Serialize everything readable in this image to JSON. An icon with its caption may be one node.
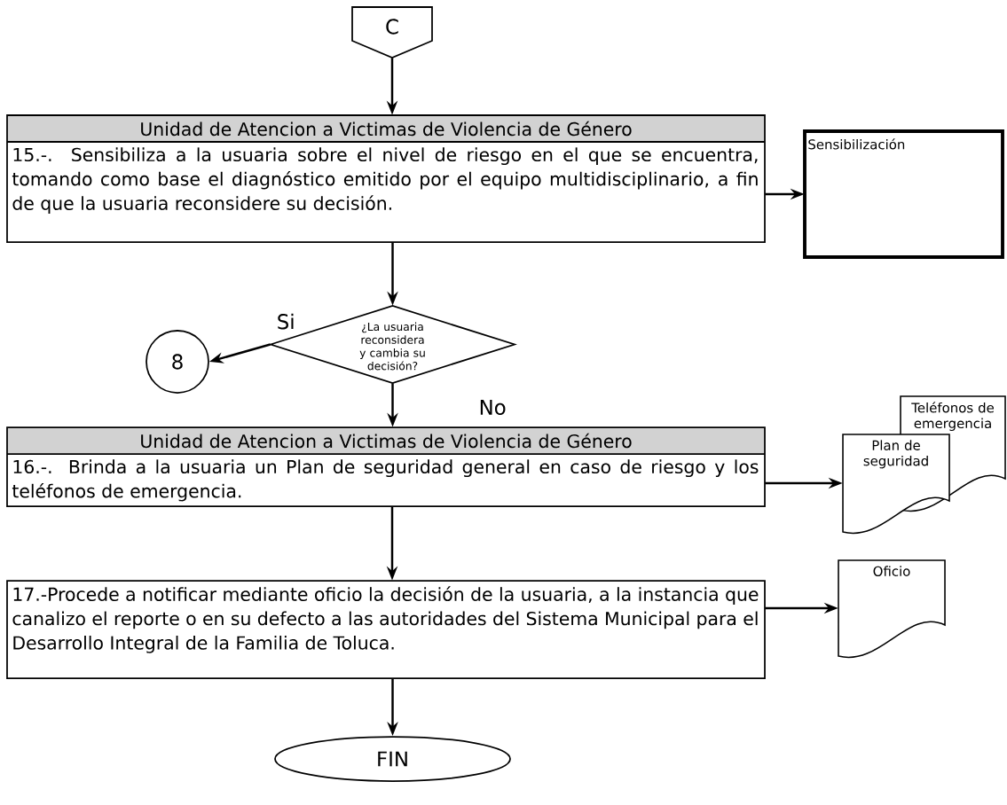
{
  "diagram": {
    "nodes": [
      {
        "text": [
          "C"
        ]
      },
      {
        "text": [
          "Unidad de Atencion a Victimas de Violencia de Género",
          "15.-. Sensibiliza a la usuaria sobre el nivel de riesgo en el que se encuentra, tomando como base el diagnóstico emitido por el equipo multidisciplinario, a fin de que la usuaria reconsidere su decisión."
        ]
      },
      {
        "text": [
          "Sensibilización"
        ]
      },
      {
        "text": [
          "¿La usuaria reconsidera y cambia su decisión?"
        ]
      },
      {
        "text": [
          "8"
        ]
      },
      {
        "text": [
          "Unidad de Atencion a Victimas de Violencia de Género",
          "16.-. Brinda a la usuaria un Plan de seguridad general en caso de riesgo y los teléfonos de emergencia."
        ]
      },
      {
        "text": [
          "Teléfonos de emergencia"
        ]
      },
      {
        "text": [
          "Plan de seguridad"
        ]
      },
      {
        "text": [
          "17.-Procede a notificar mediante oficio la decisión de la usuaria, a la instancia que canalizo el reporte o en su defecto a las autoridades del Sistema Municipal para el Desarrollo Integral de la Familia de Toluca."
        ]
      },
      {
        "text": [
          "Oficio"
        ]
      },
      {
        "text": [
          "FIN"
        ]
      }
    ],
    "edges": [
      {
        "from": 0,
        "to": 1,
        "arrow": "to"
      },
      {
        "from": 1,
        "to": 2,
        "arrow": "to"
      },
      {
        "from": 1,
        "to": 3,
        "arrow": "to"
      },
      {
        "from": 3,
        "to": 4,
        "arrow": "to",
        "label": "Si"
      },
      {
        "from": 3,
        "to": 5,
        "arrow": "to",
        "label": "No"
      },
      {
        "from": 5,
        "to": 7,
        "arrow": "to"
      },
      {
        "from": 5,
        "to": 8,
        "arrow": "to"
      },
      {
        "from": 8,
        "to": 9,
        "arrow": "to"
      },
      {
        "from": 8,
        "to": 10,
        "arrow": "to"
      }
    ]
  }
}
